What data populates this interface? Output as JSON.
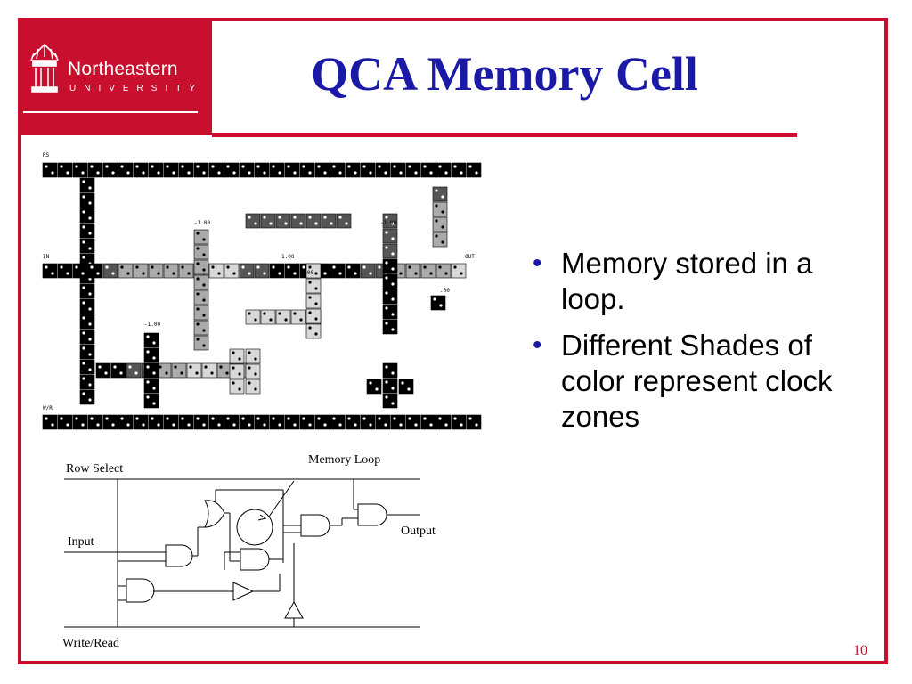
{
  "logo": {
    "name": "Northeastern",
    "subtitle": "UNIVERSITY"
  },
  "slide": {
    "title": "QCA Memory Cell",
    "page_number": "10"
  },
  "bullets": [
    "Memory stored in a loop.",
    "Different Shades of color represent clock zones"
  ],
  "qca_layout": {
    "labels": {
      "rs": "RS",
      "in": "IN",
      "out": "OUT",
      "wr": "W/R",
      "fixed_neg1": "-1.00",
      "fixed_pos1": "1.00",
      "partial": ".00"
    }
  },
  "schematic": {
    "row_select": "Row Select",
    "memory_loop": "Memory Loop",
    "input": "Input",
    "output": "Output",
    "write_read": "Write/Read"
  },
  "colors": {
    "brand_red": "#c8102e",
    "title_blue": "#1a1aa6"
  }
}
